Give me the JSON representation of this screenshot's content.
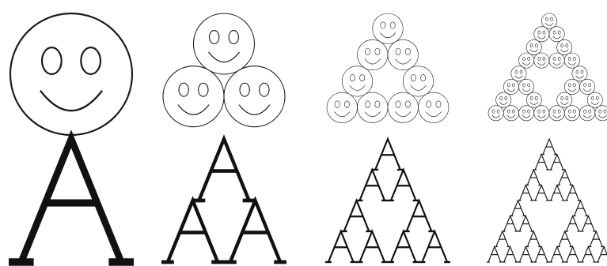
{
  "figure": {
    "rows": [
      {
        "motif": "smiley-face-icon",
        "iterations": [
          0,
          1,
          2,
          3
        ]
      },
      {
        "motif": "letter-a-glyph",
        "iterations": [
          0,
          1,
          2,
          3
        ]
      }
    ]
  },
  "colors": {
    "background": "#ffffff",
    "ink": "#111111"
  }
}
